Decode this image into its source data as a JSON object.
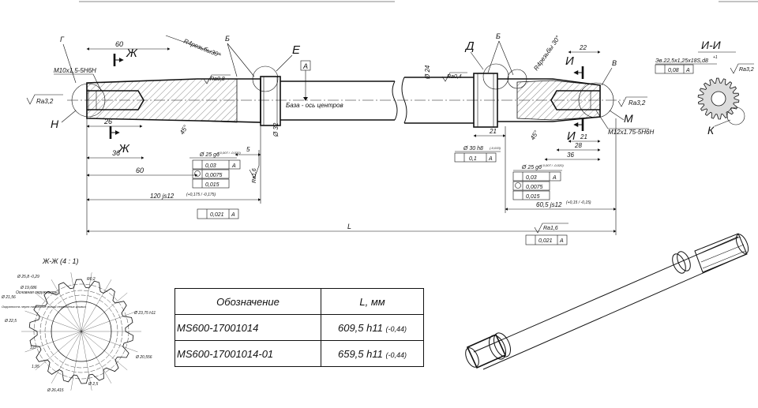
{
  "sections": {
    "g": "Г",
    "zh": "Ж",
    "b": "Б",
    "e": "Е",
    "d": "Д",
    "i": "И",
    "v": "В",
    "n": "Н",
    "m": "М",
    "k": "К",
    "ii_title": "И-И"
  },
  "threads": {
    "left": "M10x1,5-5H6H",
    "right": "M12x1.75-5H6H"
  },
  "roughness": {
    "ra32": "Ra3,2",
    "ra08": "Ra0,8",
    "ra04": "Ra0,4",
    "ra16": "Ra1,6"
  },
  "fillets": {
    "left": "R4резьбы30°",
    "right": "R4резьбы 30°"
  },
  "dims": {
    "d60_top": "60",
    "d26": "26",
    "d36_left": "36",
    "d60_left": "60",
    "d5": "5",
    "d120": "120 js12",
    "d120_tol": "(+0,175 / -0,175)",
    "d_32": "Ø 32",
    "d_24": "Ø 24",
    "chamfer": "45°",
    "d22": "22",
    "d21_mid": "21",
    "d21_right": "21",
    "d28": "28",
    "d36_right": "36",
    "d60_5": "60,5 js12",
    "d60_5_tol": "(+0,15 / -0,15)",
    "L": "L",
    "d30h8": "Ø 30 h8",
    "d30h8_tol": "(-0,033)",
    "d25g6": "Ø 25 g6",
    "d25g6_tol": "(-0,007 / -0,020)"
  },
  "datum": {
    "letter": "А",
    "note": "База - ось центров"
  },
  "frames": {
    "r003": "0,03",
    "r0075": "0,0075",
    "r0015": "0,015",
    "r0021": "0,021",
    "r01": "0,1",
    "r008": "0,08",
    "A": "А"
  },
  "spline": {
    "ii_spec": "Эв.22,5х1,25х18S,d8",
    "ii_spec_sup": "+1"
  },
  "detail": {
    "title": "Ж-Ж (4 : 1)",
    "labels": [
      "Основная окружность",
      "Ø 19,686",
      "Ø 21,56",
      "Окружность через начальные точки переходных кривых",
      "Ø 22,5",
      "Ø 25,8 -0,29",
      "R0,2",
      "Ø 23,75 h11",
      "Ø 20,556",
      "Ø 26,415",
      "Ø 2,5",
      "1,95",
      "3,0"
    ]
  },
  "table": {
    "headers": [
      "Обозначение",
      "L, мм"
    ],
    "rows": [
      {
        "designation": "MS600-17001014",
        "length": "609,5 h11",
        "tol": "(-0,44)"
      },
      {
        "designation": "MS600-17001014-01",
        "length": "659,5 h11",
        "tol": "(-0,44)"
      }
    ]
  }
}
